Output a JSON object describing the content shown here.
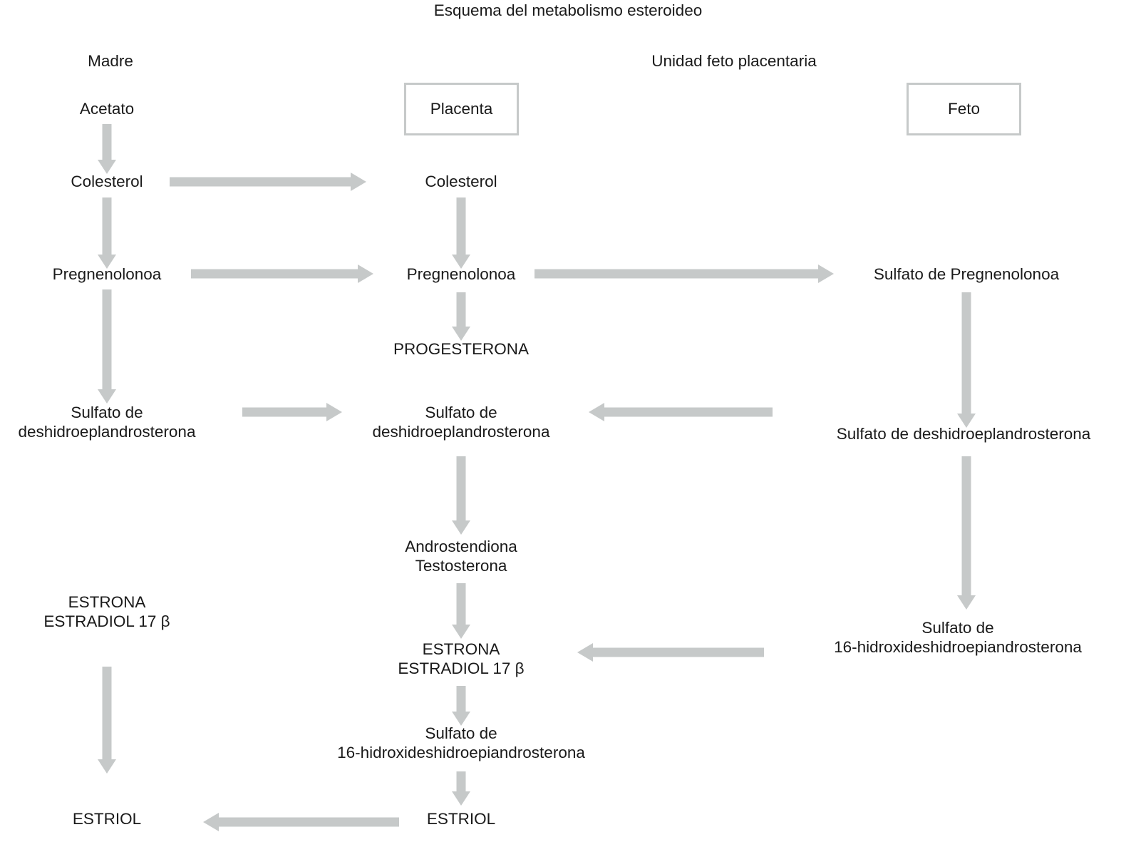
{
  "title": "Esquema del metabolismo esteroideo",
  "columns": {
    "mother_header": "Madre",
    "fetoplacental_header": "Unidad feto placentaria",
    "placenta_box": "Placenta",
    "feto_box": "Feto"
  },
  "colors": {
    "arrow": "#c6c9c9",
    "box_border": "#c6c9c9",
    "text": "#1a1a1a",
    "background": "#ffffff"
  },
  "nodes": {
    "mother": {
      "acetato": "Acetato",
      "colesterol": "Colesterol",
      "pregnenolonoa": "Pregnenolonoa",
      "dhea_sulfate_l1": "Sulfato de",
      "dhea_sulfate_l2": "deshidroeplandrosterona",
      "estrona": "ESTRONA",
      "estradiol": "ESTRADIOL 17 β",
      "estriol": "ESTRIOL"
    },
    "placenta": {
      "colesterol": "Colesterol",
      "pregnenolonoa": "Pregnenolonoa",
      "progesterona": "PROGESTERONA",
      "dhea_sulfate_l1": "Sulfato de",
      "dhea_sulfate_l2": "deshidroeplandrosterona",
      "androstendiona": "Androstendiona",
      "testosterona": "Testosterona",
      "estrona": "ESTRONA",
      "estradiol": "ESTRADIOL 17 β",
      "hydroxy_dhea_l1": "Sulfato de",
      "hydroxy_dhea_l2": "16-hidroxideshidroepiandrosterona",
      "estriol": "ESTRIOL"
    },
    "feto": {
      "pregnenolone_sulfate": "Sulfato de Pregnenolonoa",
      "dhea_sulfate": "Sulfato de deshidroeplandrosterona",
      "hydroxy_dhea_l1": "Sulfato de",
      "hydroxy_dhea_l2": "16-hidroxideshidroepiandrosterona"
    }
  },
  "arrows": [
    {
      "name": "acetato-to-colesterol",
      "direction": "down"
    },
    {
      "name": "mother-colesterol-to-placenta-colesterol",
      "direction": "right"
    },
    {
      "name": "mother-colesterol-to-pregnenolonoa",
      "direction": "down"
    },
    {
      "name": "placenta-colesterol-to-pregnenolonoa",
      "direction": "down"
    },
    {
      "name": "mother-pregnenolonoa-to-placenta-pregnenolonoa",
      "direction": "right"
    },
    {
      "name": "placenta-pregnenolonoa-to-feto-pregnenolone-sulfate",
      "direction": "right"
    },
    {
      "name": "placenta-pregnenolonoa-to-progesterona",
      "direction": "down"
    },
    {
      "name": "mother-pregnenolonoa-to-dhea-sulfate",
      "direction": "down"
    },
    {
      "name": "mother-dhea-sulfate-to-placenta-dhea-sulfate",
      "direction": "right"
    },
    {
      "name": "feto-dhea-sulfate-to-placenta-dhea-sulfate",
      "direction": "left"
    },
    {
      "name": "feto-pregnenolone-sulfate-to-feto-dhea-sulfate",
      "direction": "down"
    },
    {
      "name": "placenta-dhea-sulfate-to-androstendiona",
      "direction": "down"
    },
    {
      "name": "feto-dhea-sulfate-to-hydroxy-dhea",
      "direction": "down"
    },
    {
      "name": "placenta-androstendiona-to-estrona",
      "direction": "down"
    },
    {
      "name": "feto-hydroxy-dhea-to-placenta-estrona",
      "direction": "left"
    },
    {
      "name": "placenta-estrona-to-hydroxy-dhea",
      "direction": "down"
    },
    {
      "name": "mother-estradiol-to-estriol",
      "direction": "down"
    },
    {
      "name": "placenta-hydroxy-dhea-to-estriol",
      "direction": "down"
    },
    {
      "name": "placenta-estriol-to-mother-estriol",
      "direction": "left"
    }
  ]
}
